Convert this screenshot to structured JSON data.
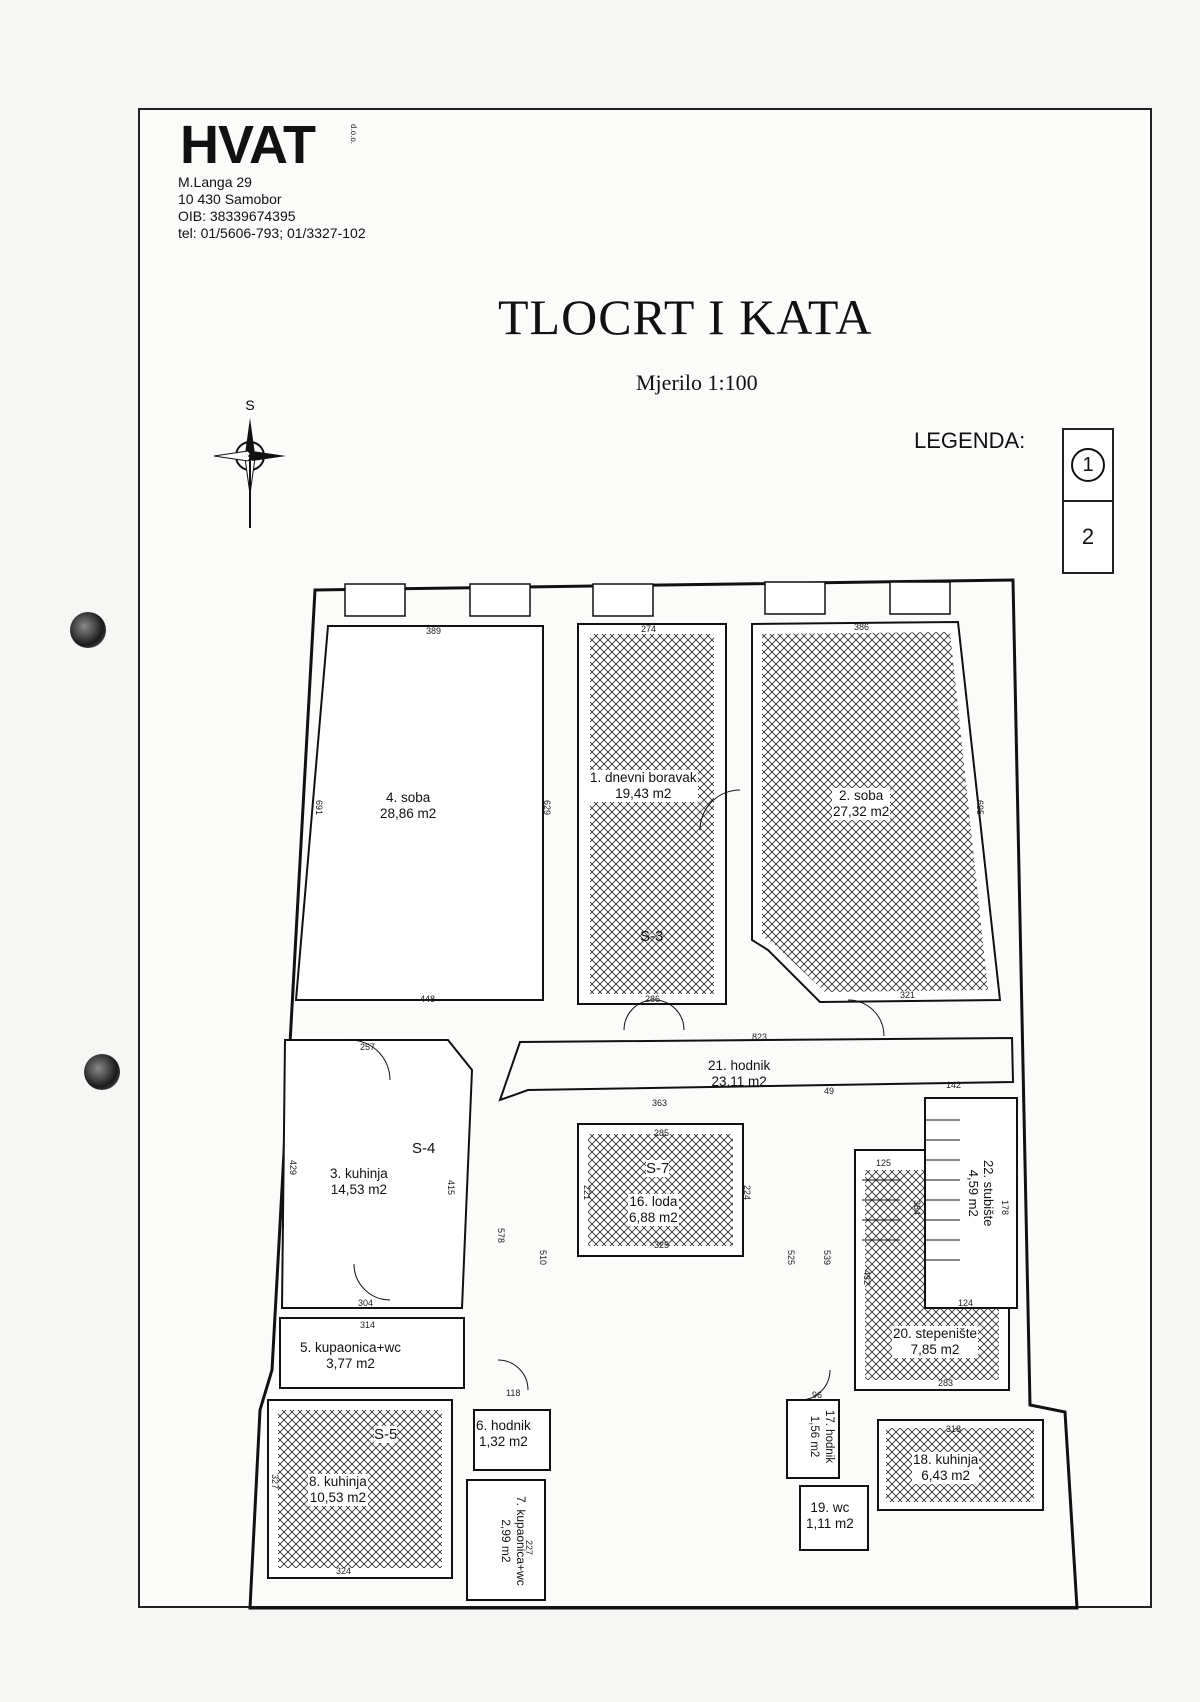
{
  "company": {
    "logo": "HVAT",
    "logo_suffix": "d.o.o.",
    "address_lines": [
      "M.Langa 29",
      "10 430 Samobor",
      "OIB: 38339674395",
      "tel: 01/5606-793; 01/3327-102"
    ]
  },
  "title": "TLOCRT I KATA",
  "scale": "Mjerilo 1:100",
  "compass": {
    "north_letter": "S"
  },
  "legend": {
    "label": "LEGENDA:",
    "items": [
      "1",
      "2"
    ]
  },
  "rooms": [
    {
      "id": "room-4",
      "name": "4. soba",
      "area": "28,86 m2"
    },
    {
      "id": "room-1",
      "name": "1. dnevni boravak",
      "area": "19,43 m2"
    },
    {
      "id": "room-2",
      "name": "2. soba",
      "area": "27,32 m2"
    },
    {
      "id": "room-21",
      "name": "21. hodnik",
      "area": "23,11 m2"
    },
    {
      "id": "room-3",
      "name": "3. kuhinja",
      "area": "14,53 m2"
    },
    {
      "id": "room-16",
      "name": "16. loda",
      "area": "6,88 m2"
    },
    {
      "id": "room-22",
      "name": "22. stubište",
      "area": "4,59 m2"
    },
    {
      "id": "room-20",
      "name": "20. stepenište",
      "area": "7,85 m2"
    },
    {
      "id": "room-5",
      "name": "5. kupaonica+wc",
      "area": "3,77 m2"
    },
    {
      "id": "room-6",
      "name": "6. hodnik",
      "area": "1,32 m2"
    },
    {
      "id": "room-8",
      "name": "8. kuhinja",
      "area": "10,53 m2"
    },
    {
      "id": "room-7",
      "name": "7. kupaonica+wc",
      "area": "2,99 m2"
    },
    {
      "id": "room-17",
      "name": "17. hodnik",
      "area": "1,56 m2"
    },
    {
      "id": "room-18",
      "name": "18. kuhinja",
      "area": "6,43 m2"
    },
    {
      "id": "room-19",
      "name": "19. wc",
      "area": "1,11 m2"
    }
  ],
  "section_marks": [
    "S-3",
    "S-4",
    "S-7",
    "S-5"
  ],
  "dimensions": {
    "d389": "389",
    "d274": "274",
    "d386": "386",
    "d448": "448",
    "d286": "286",
    "d321": "321",
    "d823": "823",
    "d257": "257",
    "d363": "363",
    "d285": "285",
    "d325": "325",
    "d314": "314",
    "d304": "304",
    "d118": "118",
    "d142": "142",
    "d49": "49",
    "d124": "124",
    "d283": "283",
    "d318": "318",
    "d96": "96",
    "d324": "324",
    "d125": "125",
    "d691": "691",
    "d629": "629",
    "d695": "695",
    "d429": "429",
    "d415": "415",
    "d578": "578",
    "d510": "510",
    "d221": "221",
    "d224": "224",
    "d525": "525",
    "d539": "539",
    "d432": "432",
    "d384": "384",
    "d178": "178",
    "d327": "327",
    "d227": "227"
  }
}
